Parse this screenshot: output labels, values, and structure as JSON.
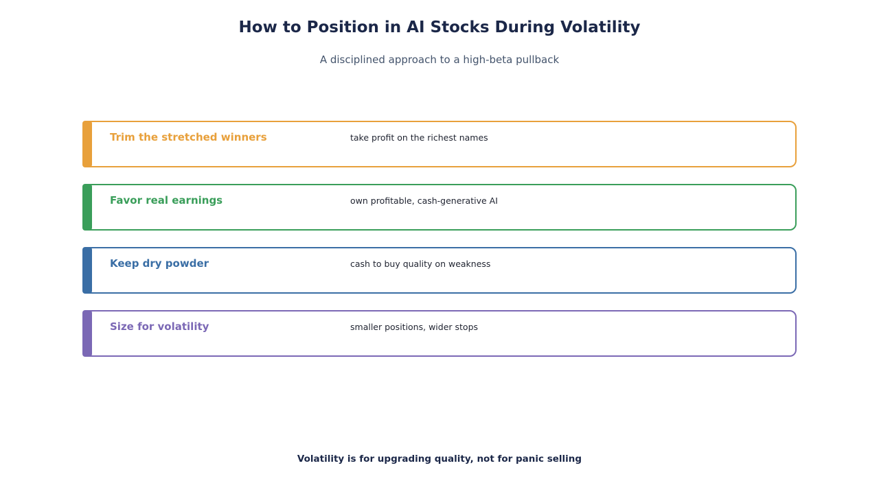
{
  "title": "How to Position in AI Stocks During Volatility",
  "subtitle": "A disciplined approach to a high-beta pullback",
  "items": [
    {
      "label": "Trim the stretched winners",
      "description": "take profit on the richest names",
      "color": "#e8a03b"
    },
    {
      "label": "Favor real earnings",
      "description": "own profitable, cash-generative AI",
      "color": "#3a9e5a"
    },
    {
      "label": "Keep dry powder",
      "description": "cash to buy quality on weakness",
      "color": "#3a6ea5"
    },
    {
      "label": "Size for volatility",
      "description": "smaller positions, wider stops",
      "color": "#7b68b5"
    }
  ],
  "footer": "Volatility is for upgrading quality, not for panic selling"
}
